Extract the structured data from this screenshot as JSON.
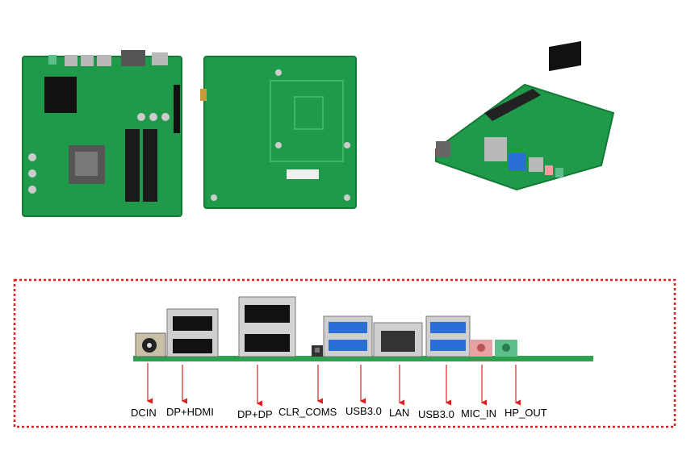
{
  "colors": {
    "pcb": "#1f9a4a",
    "pcb_dark": "#137a35",
    "frame": "#e02020",
    "arrow": "#e02020",
    "usb_blue": "#2a6fd6",
    "mic": "#e8a0a0",
    "hp": "#5cc08a"
  },
  "board_views": [
    "top-view",
    "bottom-view",
    "isometric-view"
  ],
  "io_labels": [
    {
      "id": "dcin",
      "text": "DCIN"
    },
    {
      "id": "dp-hdmi",
      "text": "DP+HDMI"
    },
    {
      "id": "dp-dp",
      "text": "DP+DP"
    },
    {
      "id": "clr-coms",
      "text": "CLR_COMS"
    },
    {
      "id": "usb3-1",
      "text": "USB3.0"
    },
    {
      "id": "lan",
      "text": "LAN"
    },
    {
      "id": "usb3-2",
      "text": "USB3.0"
    },
    {
      "id": "mic-in",
      "text": "MIC_IN"
    },
    {
      "id": "hp-out",
      "text": "HP_OUT"
    }
  ]
}
